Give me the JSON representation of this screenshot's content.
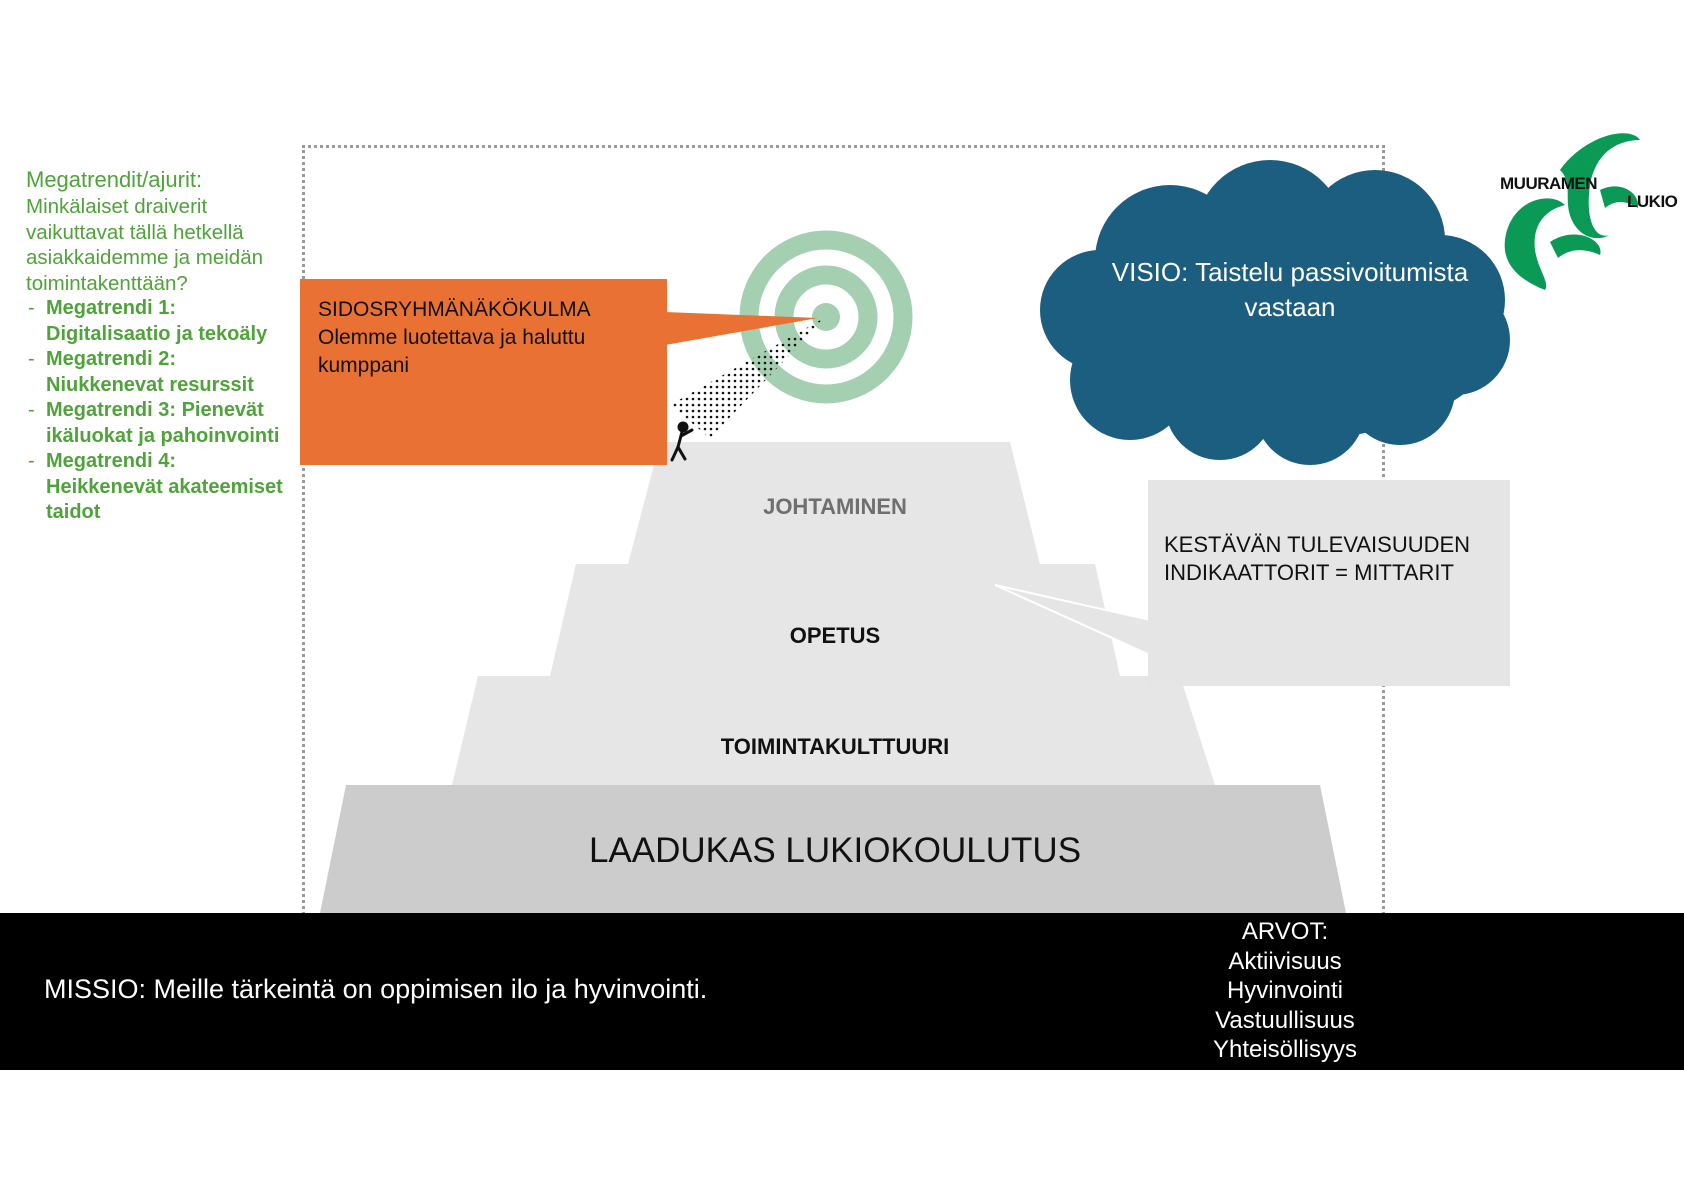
{
  "megatrends": {
    "title": "Megatrendit/ajurit:",
    "question": "Minkälaiset draiverit vaikuttavat tällä hetkellä asiakkaidemme ja meidän toimintakenttään?",
    "items": [
      "Megatrendi 1: Digitalisaatio ja tekoäly",
      "Megatrendi 2: Niukkenevat resurssit",
      "Megatrendi 3: Pienevät ikäluokat ja pahoinvointi",
      "Megatrendi 4: Heikkenevät akateemiset taidot"
    ]
  },
  "stakeholder": {
    "heading": "SIDOSRYHMÄNÄKÖKULMA",
    "text": "Olemme luotettava ja haluttu kumppani"
  },
  "vision": {
    "text": "VISIO: Taistelu passivoitumista vastaan"
  },
  "logo": {
    "word1": "MUURAMEN",
    "word2": "LUKIO"
  },
  "pyramid": {
    "tier1": "JOHTAMINEN",
    "tier2": "OPETUS",
    "tier3": "TOIMINTAKULTTUURI",
    "base": "LAADUKAS LUKIOKOULUTUS"
  },
  "indicators": {
    "text": "KESTÄVÄN TULEVAISUUDEN INDIKAATTORIT = MITTARIT"
  },
  "mission": {
    "text": "MISSIO: Meille tärkeintä on oppimisen ilo ja hyvinvointi."
  },
  "values": {
    "title": "ARVOT:",
    "items": [
      "Aktiivisuus",
      "Hyvinvointi",
      "Vastuullisuus",
      "Yhteisöllisyys"
    ]
  },
  "colors": {
    "green_text": "#4fa33a",
    "orange": "#e87133",
    "cloud": "#1b5e80",
    "target_green": "#a5cfb1",
    "logo_green": "#0a9a55",
    "pyramid_light": "#e6e6e6",
    "pyramid_base": "#cccccc",
    "band": "#000000"
  }
}
